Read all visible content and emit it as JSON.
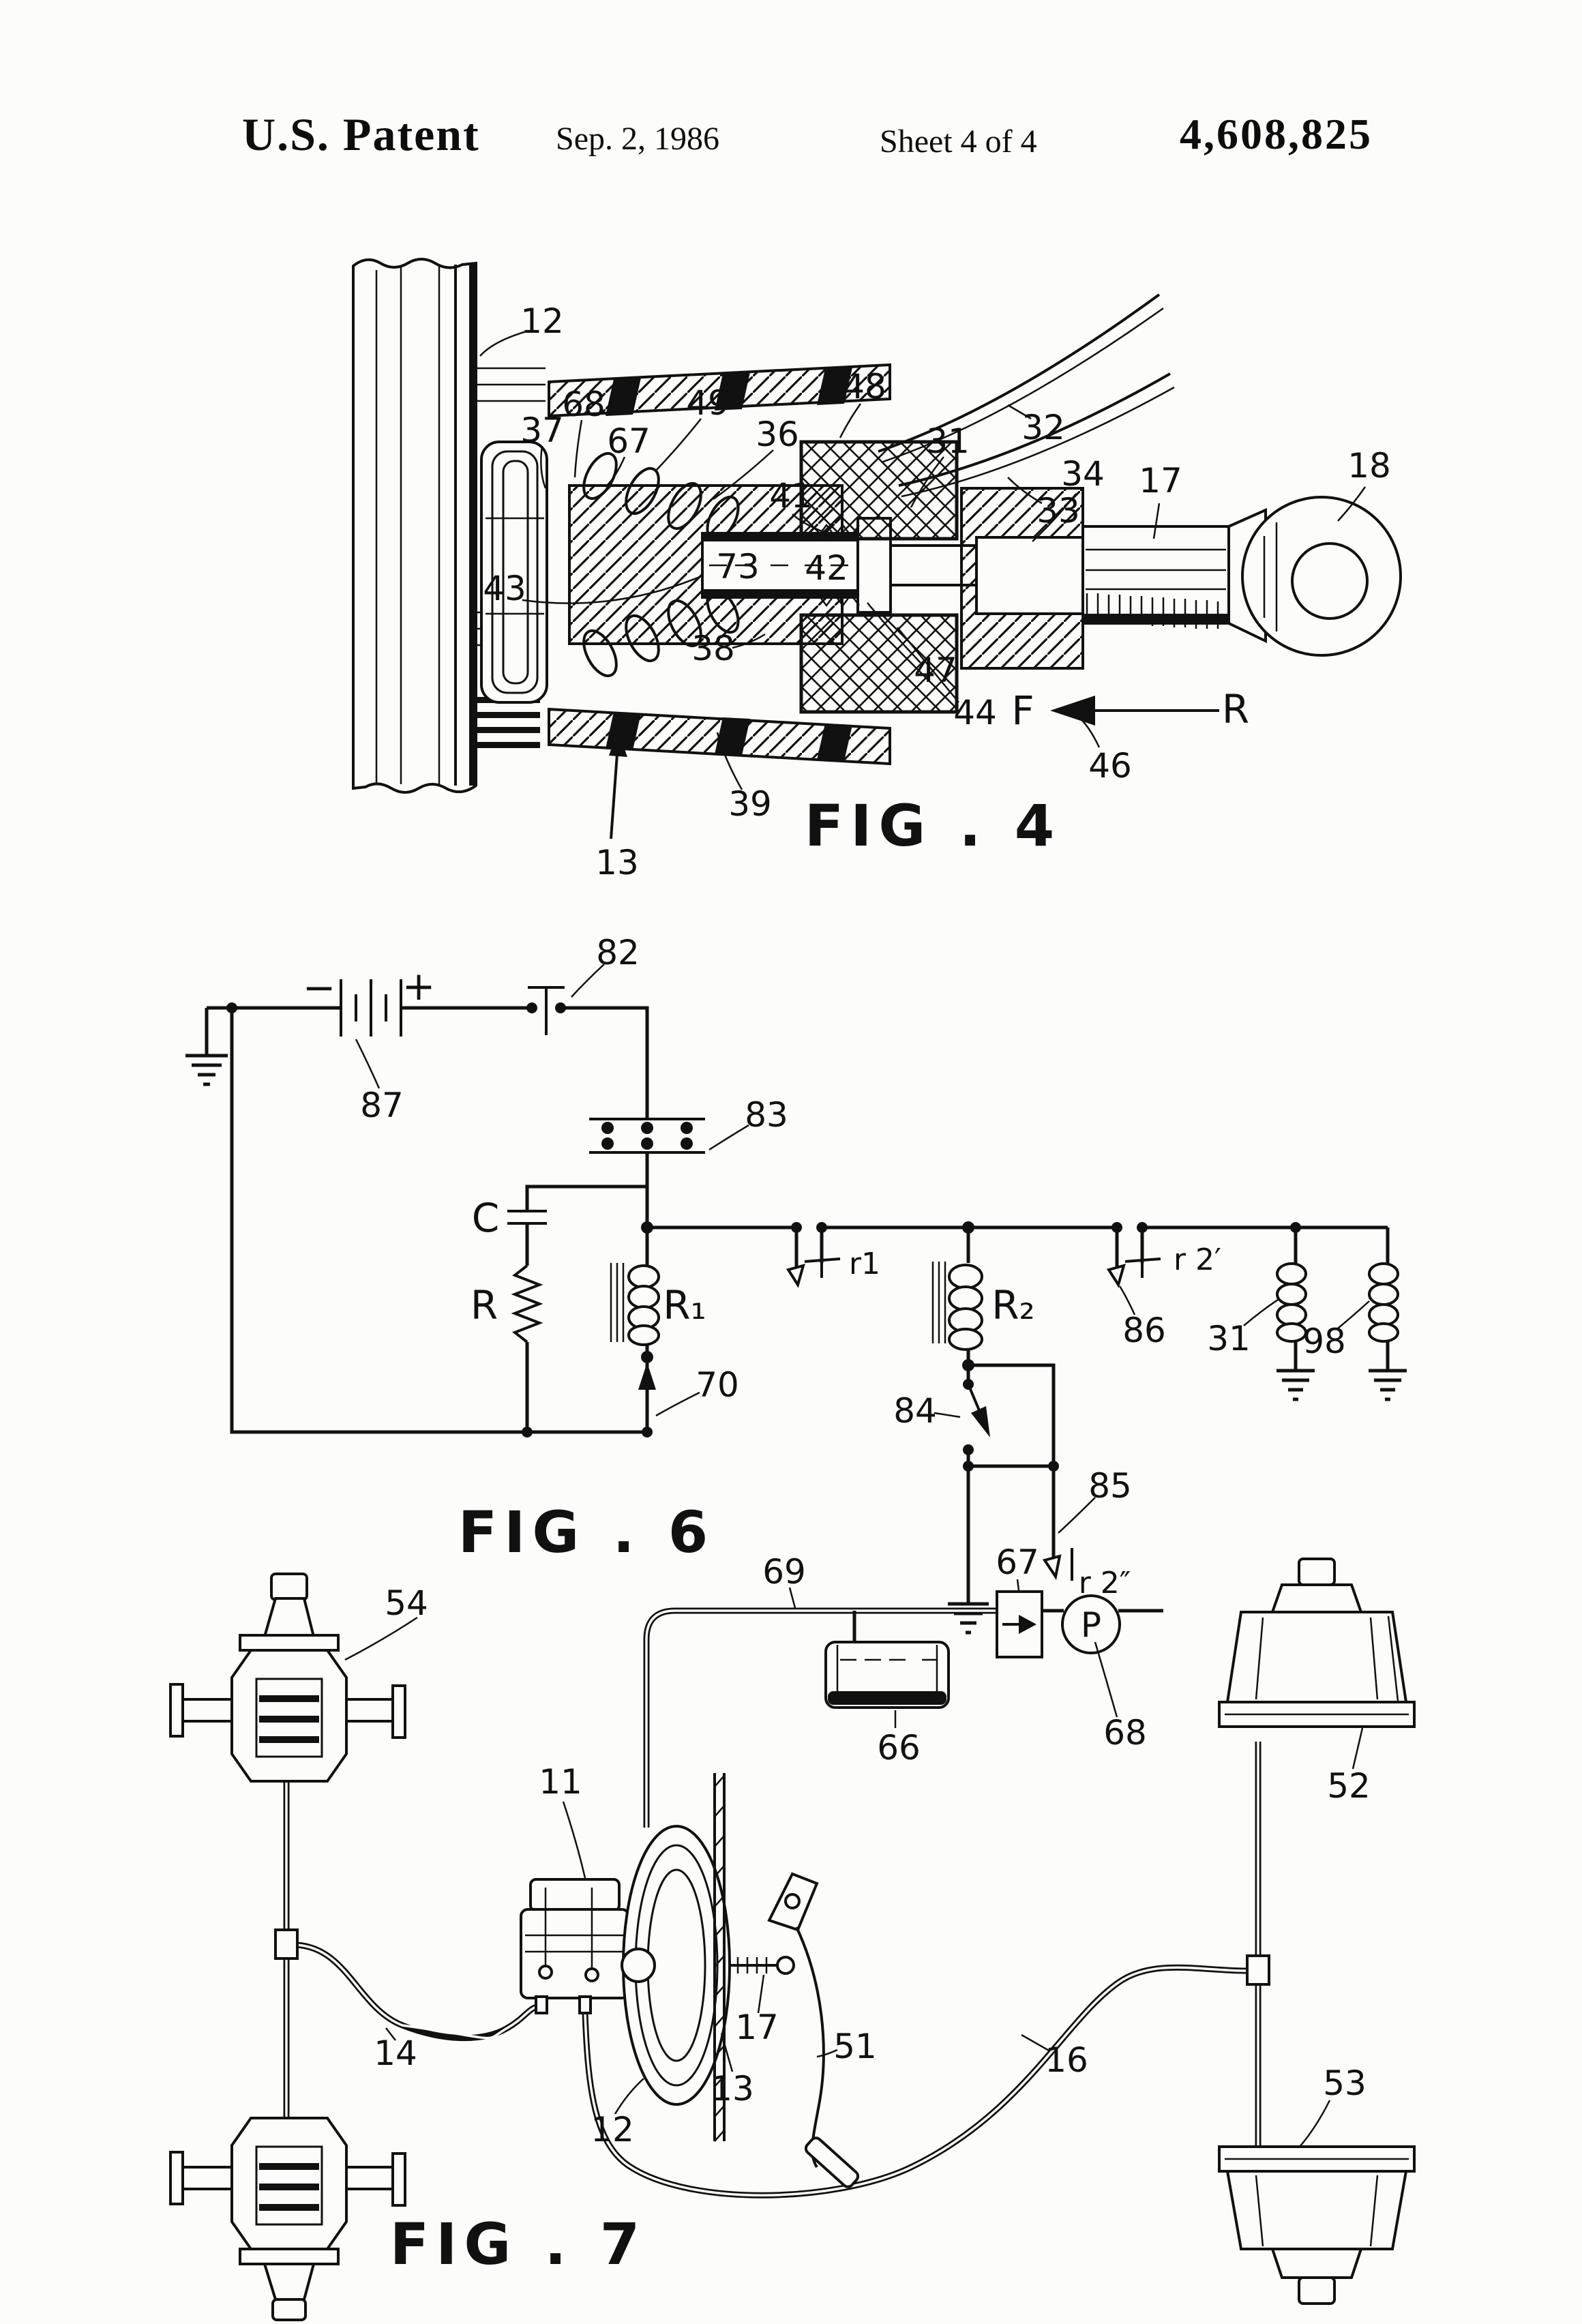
{
  "header": {
    "title": "U.S. Patent",
    "date": "Sep. 2, 1986",
    "sheet": "Sheet 4 of 4",
    "patent_number": "4,608,825"
  },
  "fig4": {
    "caption": "FIG . 4",
    "labels": {
      "n12": "12",
      "n37": "37",
      "n68": "68",
      "n67": "67",
      "n49": "49",
      "n36": "36",
      "n48": "48",
      "n31": "31",
      "n32": "32",
      "n33": "33",
      "n34": "34",
      "n17": "17",
      "n18": "18",
      "n43": "43",
      "n41": "41",
      "n73": "73",
      "n42": "42",
      "n47": "47",
      "n38": "38",
      "n44": "44",
      "n39": "39",
      "n13": "13",
      "n46": "46",
      "F": "F",
      "R": "R"
    }
  },
  "fig6": {
    "caption": "FIG . 6",
    "labels": {
      "minus": "−",
      "plus": "+",
      "n82": "82",
      "n87": "87",
      "n83": "83",
      "C": "C",
      "R": "R",
      "R1": "R₁",
      "n70": "70",
      "r1": "r1",
      "R2": "R₂",
      "n84": "84",
      "n85": "85",
      "r2pp": "r 2″",
      "r2p": "r 2′",
      "n86": "86",
      "n31": "31",
      "n98": "98"
    }
  },
  "fig7": {
    "caption": "FIG . 7",
    "labels": {
      "n54": "54",
      "n69": "69",
      "n67": "67",
      "n68": "68",
      "P": "P",
      "n52": "52",
      "n66": "66",
      "n11": "11",
      "n12": "12",
      "n13": "13",
      "n17": "17",
      "n51": "51",
      "n14": "14",
      "n16": "16",
      "n53": "53"
    }
  }
}
